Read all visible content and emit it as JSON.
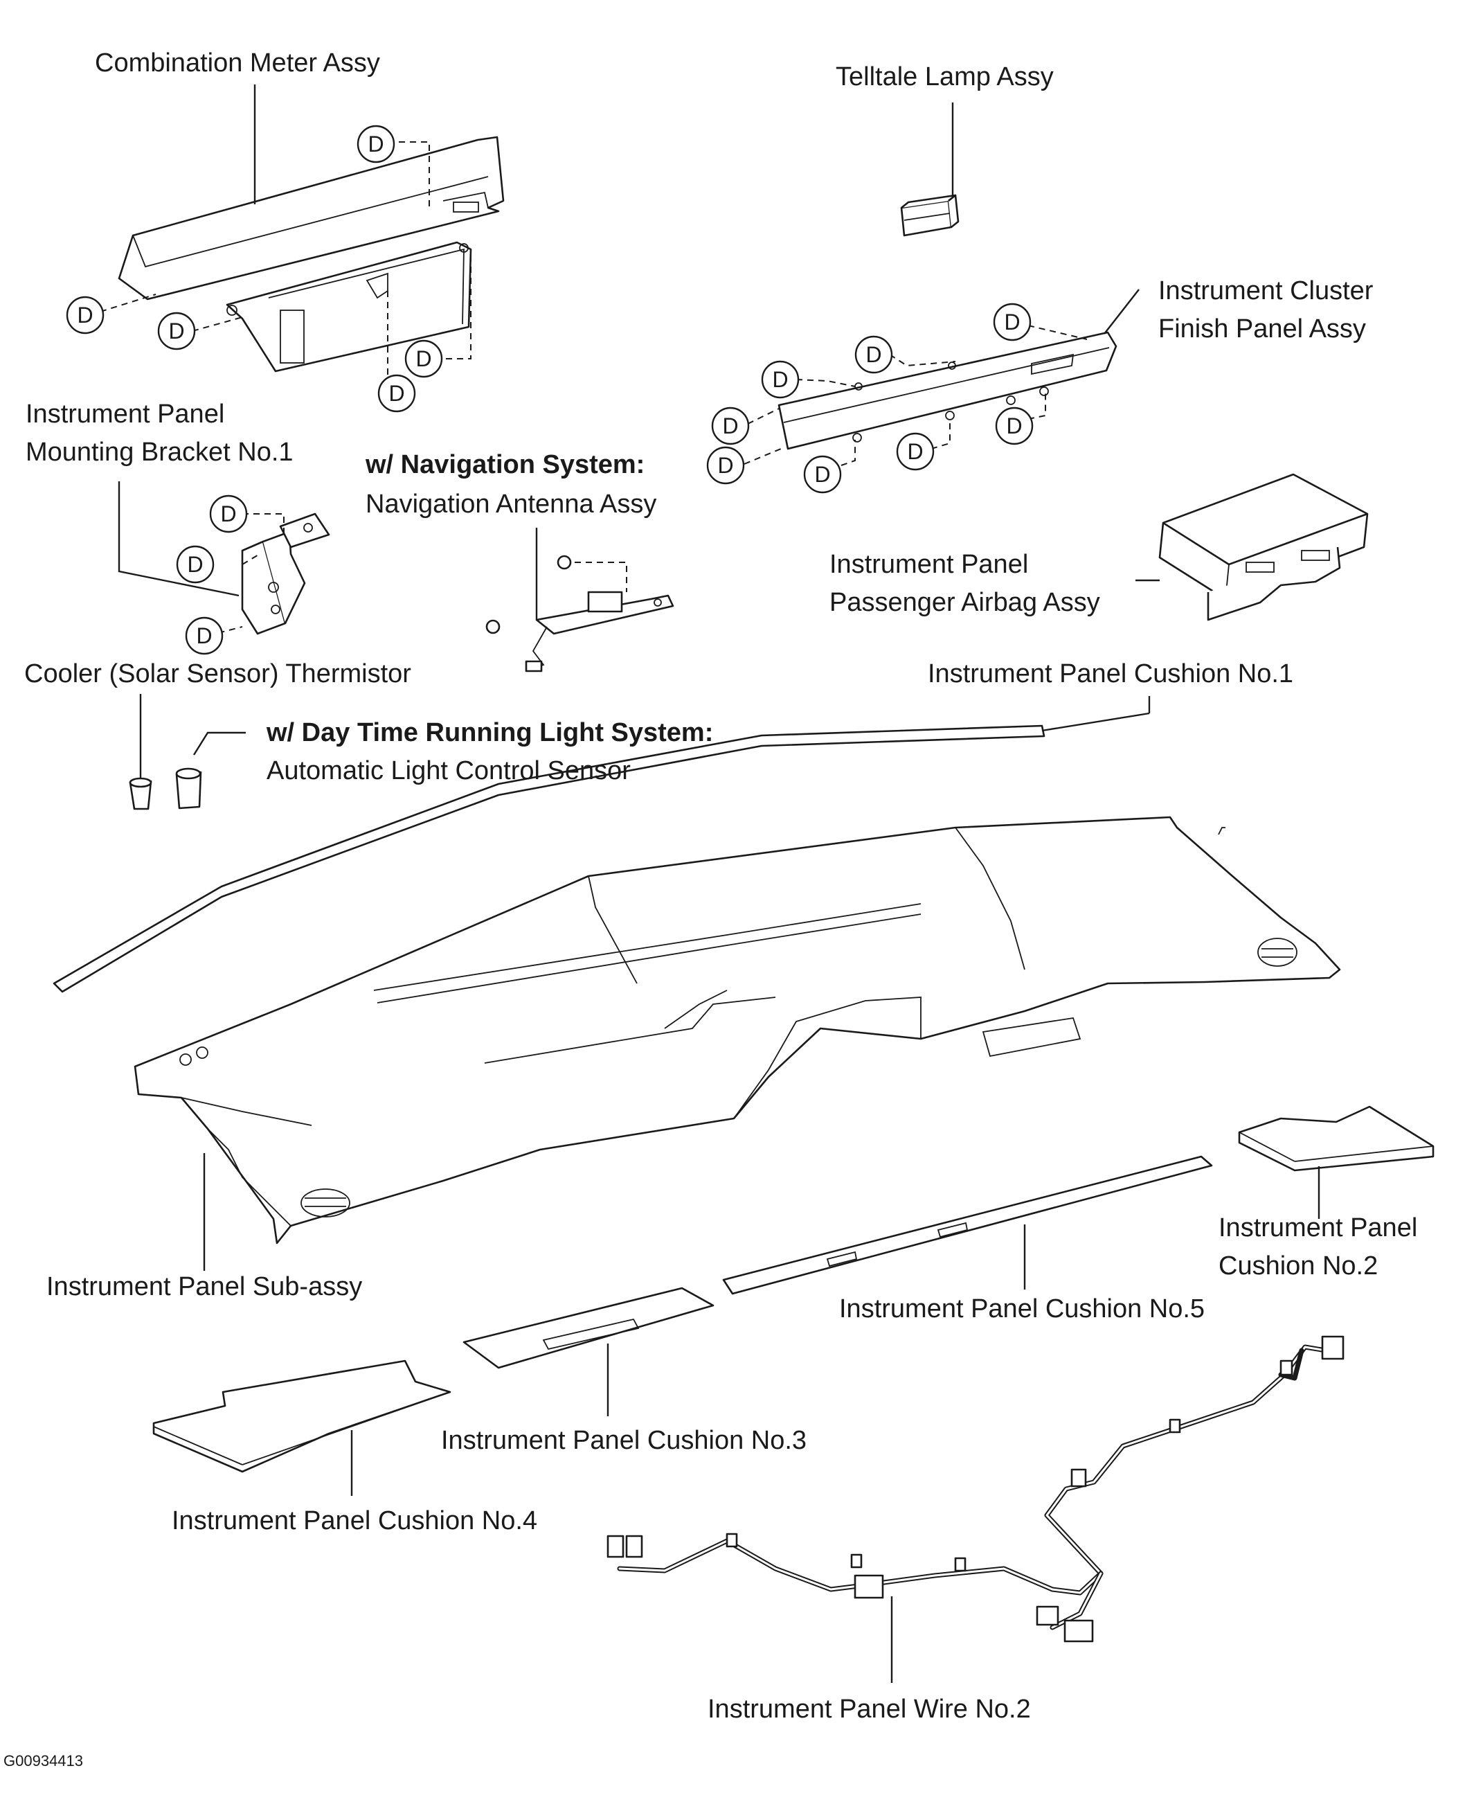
{
  "labels": {
    "combination_meter": "Combination Meter Assy",
    "telltale_lamp": "Telltale Lamp Assy",
    "cluster_finish_1": "Instrument Cluster",
    "cluster_finish_2": "Finish Panel Assy",
    "mounting_bracket_1": "Instrument Panel",
    "mounting_bracket_2": "Mounting Bracket No.1",
    "nav_condition": "w/ Navigation System:",
    "nav_antenna": "Navigation Antenna Assy",
    "airbag_1": "Instrument Panel",
    "airbag_2": "Passenger Airbag Assy",
    "solar_sensor": "Cooler (Solar Sensor) Thermistor",
    "cushion_1": "Instrument Panel Cushion No.1",
    "drl_condition": "w/ Day Time Running Light System:",
    "light_sensor": "Automatic Light Control Sensor",
    "panel_sub_assy": "Instrument Panel Sub-assy",
    "cushion_2_a": "Instrument Panel",
    "cushion_2_b": "Cushion No.2",
    "cushion_5": "Instrument Panel Cushion No.5",
    "cushion_3": "Instrument Panel Cushion No.3",
    "cushion_4": "Instrument Panel Cushion No.4",
    "wire_2": "Instrument Panel Wire No.2"
  },
  "clip_marker": "D",
  "figure_code": "G00934413"
}
